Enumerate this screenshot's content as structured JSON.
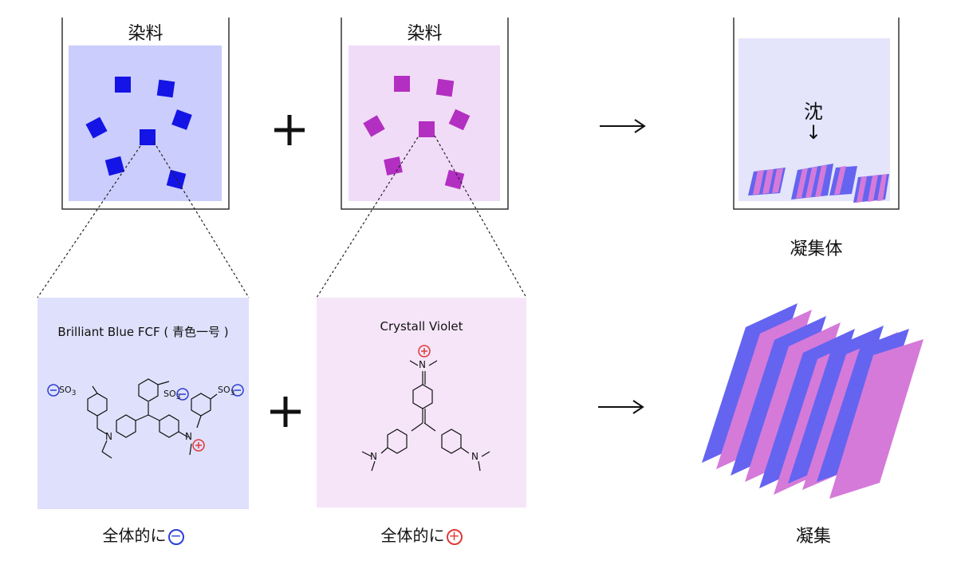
{
  "beakers": {
    "blue_label": "染料",
    "violet_label": "染料",
    "precipitate_label": "凝集体",
    "sediment_char": "沈",
    "sediment_arrow": "↓"
  },
  "operators": {
    "plus": "+",
    "arrow": "→"
  },
  "panels": {
    "blue": {
      "title": "Brilliant Blue FCF ( 青色一号 )",
      "caption": "全体的に",
      "charge_symbol": "−",
      "charge_color": "#2b3fd6"
    },
    "violet": {
      "title": "Crystall Violet",
      "caption": "全体的に",
      "charge_symbol": "+",
      "charge_color": "#e03a3a"
    }
  },
  "result_label": "凝集",
  "molecule_labels": {
    "so3": "SO",
    "sub3": "3",
    "n": "N"
  },
  "colors": {
    "blue_dye": "#1414e6",
    "violet_dye": "#b22fc2",
    "blue_bg": "#cbcdfc",
    "violet_bg": "#f1dcf7",
    "panel_blue_bg": "#dfe0fb",
    "panel_violet_bg": "#f6e5f9",
    "sheet_blue": "#6464f0",
    "sheet_pink": "#d57ad9"
  }
}
